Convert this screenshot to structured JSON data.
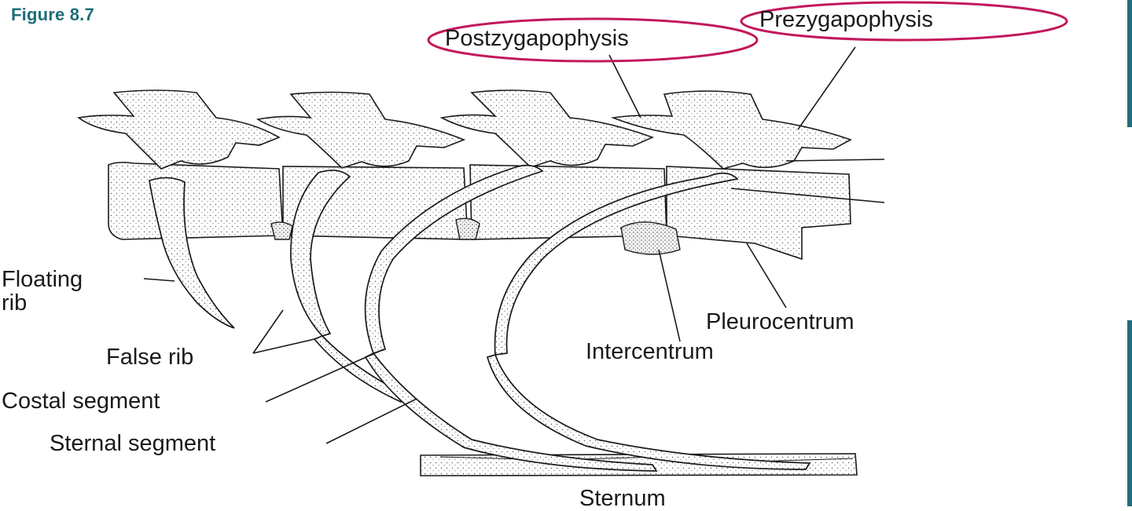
{
  "figure_label": "Figure 8.7",
  "labels": {
    "postzygapophysis": "Postzygapophysis",
    "prezygapophysis": "Prezygapophysis",
    "floating_rib": "Floating\nrib",
    "false_rib": "False rib",
    "costal_segment": "Costal segment",
    "sternal_segment": "Sternal segment",
    "pleurocentrum": "Pleurocentrum",
    "intercentrum": "Intercentrum",
    "sternum": "Sternum"
  },
  "colors": {
    "highlight_ellipse": "#c2185b",
    "figure_label": "#1f6e78",
    "line_art": "#1a1a1a"
  }
}
